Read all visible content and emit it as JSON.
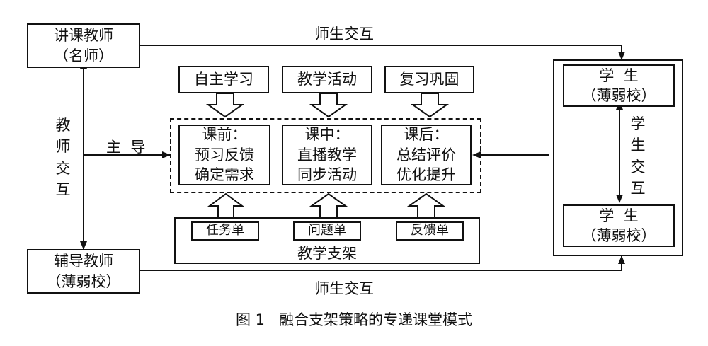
{
  "lecture_teacher": {
    "line1": "讲课教师",
    "line2": "（名师）"
  },
  "tutor_teacher": {
    "line1": "辅导教师",
    "line2": "（薄弱校）"
  },
  "top_interaction": "师生交互",
  "bottom_interaction": "师生交互",
  "teacher_interaction": [
    "教",
    "师",
    "交",
    "互"
  ],
  "lead_label": "主  导",
  "top_labels": [
    "自主学习",
    "教学活动",
    "复习巩固"
  ],
  "phases": [
    {
      "title": "课前：",
      "line1": "预习反馈",
      "line2": "确定需求"
    },
    {
      "title": "课中：",
      "line1": "直播教学",
      "line2": "同步活动"
    },
    {
      "title": "课后：",
      "line1": "总结评价",
      "line2": "优化提升"
    }
  ],
  "scaffold_items": [
    "任务单",
    "问题单",
    "反馈单"
  ],
  "scaffold_title": "教学支架",
  "students": [
    {
      "line1": "学  生",
      "line2": "（薄弱校）"
    },
    {
      "line1": "学  生",
      "line2": "（薄弱校）"
    }
  ],
  "student_interaction": [
    "学",
    "生",
    "交",
    "互"
  ],
  "caption": "图 1   融合支架策略的专递课堂模式"
}
